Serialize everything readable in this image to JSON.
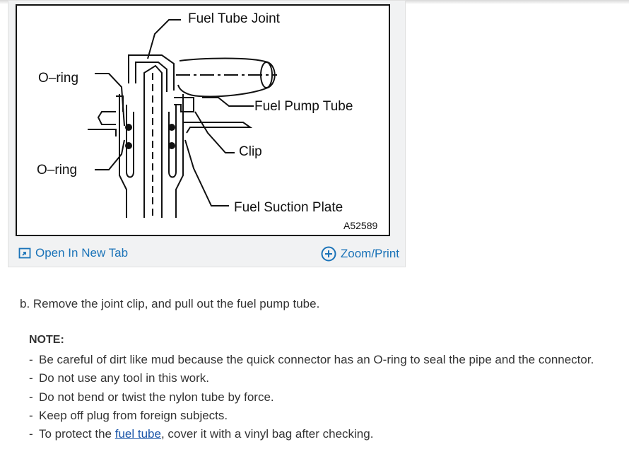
{
  "figure": {
    "callouts": {
      "fuel_tube_joint": "Fuel Tube Joint",
      "o_ring_top": "O–ring",
      "fuel_pump_tube": "Fuel Pump Tube",
      "clip": "Clip",
      "o_ring_bottom": "O–ring",
      "fuel_suction_plate": "Fuel Suction Plate"
    },
    "code": "A52589"
  },
  "actions": {
    "open_in_new_tab": "Open In New Tab",
    "zoom_print": "Zoom/Print"
  },
  "step": "b. Remove the joint clip, and pull out the fuel pump tube.",
  "note": {
    "title": "NOTE:",
    "dash": "-",
    "items": [
      "Be careful of dirt like mud because the quick connector has an O-ring to seal the pipe and the connector.",
      "Do not use any tool in this work.",
      "Do not bend or twist the nylon tube by force.",
      "Keep off plug from foreign subjects."
    ],
    "last_item": {
      "before": "To protect the ",
      "link": "fuel tube",
      "after": ", cover it with a vinyl bag after checking."
    }
  },
  "icons": [
    "open-in-new-tab-icon",
    "plus-circle-icon"
  ],
  "colors": {
    "link": "#1a73b8",
    "inline_link": "#1a55a8",
    "card_bg": "#f1f2f3",
    "text": "#333333"
  }
}
